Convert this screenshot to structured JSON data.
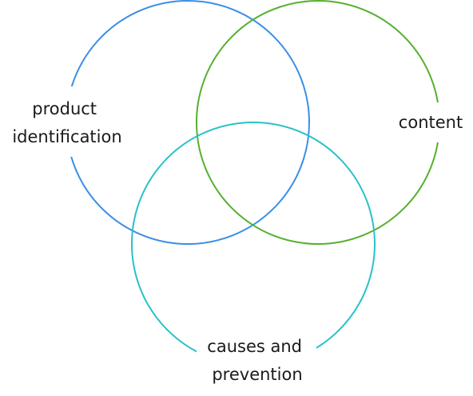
{
  "diagram": {
    "type": "venn",
    "sets": [
      {
        "id": "blue",
        "label_lines": [
          "product",
          "identification"
        ],
        "color": "#3b8ee6"
      },
      {
        "id": "green",
        "label_lines": [
          "content"
        ],
        "color": "#55b02e"
      },
      {
        "id": "teal",
        "label_lines": [
          "causes and",
          "prevention"
        ],
        "color": "#27c2c8"
      }
    ]
  }
}
